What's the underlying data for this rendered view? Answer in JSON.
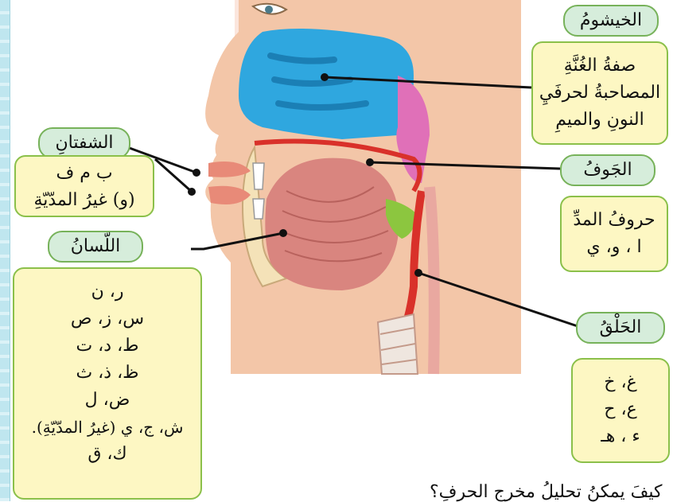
{
  "labels": {
    "nasal": {
      "title": "الخيشومُ",
      "lines": [
        "صفةُ الغُنَّةِ",
        "المصاحبةُ لحرفَيِ",
        "النونِ والميمِ"
      ]
    },
    "lips": {
      "title": "الشفتانِ",
      "lines": [
        "ب م ف",
        "(و) غيرُ المدّيّةِ"
      ]
    },
    "cavity": {
      "title": "الجَوفُ",
      "lines": [
        "حروفُ المدِّ",
        "ا ، و، ي"
      ]
    },
    "tongue": {
      "title": "اللّسانُ",
      "lines": [
        "ر، ن",
        "س، ز، ص",
        "ط، د، ت",
        "ظ، ذ، ث",
        "ض، ل",
        "ش، ج، ي (غيرُ المدّيّةِ).",
        "ك، ق"
      ]
    },
    "throat": {
      "title": "الحَلْقُ",
      "lines": [
        "غ، خ",
        "ع، ح",
        "ء ، هـ"
      ]
    }
  },
  "question": "كيفَ يمكنُ تحليلُ مخرجِ الحرفِ؟",
  "colors": {
    "box_fill": "#fdf7c3",
    "box_border": "#8bc04a",
    "tag_fill": "#d6eddb",
    "nasal_cavity": "#33a9e0",
    "skin": "#f6c6a6",
    "tongue": "#d98b86"
  }
}
